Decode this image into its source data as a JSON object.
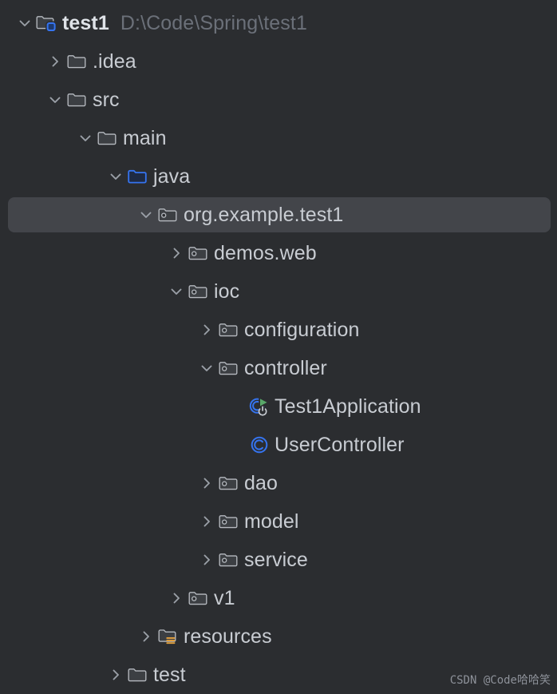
{
  "app": {
    "theme": "intellij-dark",
    "panel": "project-tree",
    "background_color": "#2b2d30",
    "selection_color": "#43454a",
    "label_color": "#c8ccd2",
    "path_color": "#6b7079",
    "accent_blue": "#3574f0",
    "resource_orange": "#e8a33d",
    "run_green": "#59a869"
  },
  "watermark": "CSDN @Code哈哈笑",
  "tree": {
    "rows": [
      {
        "label": "test1",
        "path": "D:\\Code\\Spring\\test1",
        "depth": 0,
        "icon": "project-folder-icon",
        "chevron": "chevron-down-icon",
        "selected": false,
        "bold": true
      },
      {
        "label": ".idea",
        "path": "",
        "depth": 1,
        "icon": "folder-icon",
        "chevron": "chevron-right-icon",
        "selected": false,
        "bold": false
      },
      {
        "label": "src",
        "path": "",
        "depth": 1,
        "icon": "folder-icon",
        "chevron": "chevron-down-icon",
        "selected": false,
        "bold": false
      },
      {
        "label": "main",
        "path": "",
        "depth": 2,
        "icon": "folder-icon",
        "chevron": "chevron-down-icon",
        "selected": false,
        "bold": false
      },
      {
        "label": "java",
        "path": "",
        "depth": 3,
        "icon": "source-root-folder-icon",
        "chevron": "chevron-down-icon",
        "selected": false,
        "bold": false
      },
      {
        "label": "org.example.test1",
        "path": "",
        "depth": 4,
        "icon": "package-icon",
        "chevron": "chevron-down-icon",
        "selected": true,
        "bold": false
      },
      {
        "label": "demos.web",
        "path": "",
        "depth": 5,
        "icon": "package-icon",
        "chevron": "chevron-right-icon",
        "selected": false,
        "bold": false
      },
      {
        "label": "ioc",
        "path": "",
        "depth": 5,
        "icon": "package-icon",
        "chevron": "chevron-down-icon",
        "selected": false,
        "bold": false
      },
      {
        "label": "configuration",
        "path": "",
        "depth": 6,
        "icon": "package-icon",
        "chevron": "chevron-right-icon",
        "selected": false,
        "bold": false
      },
      {
        "label": "controller",
        "path": "",
        "depth": 6,
        "icon": "package-icon",
        "chevron": "chevron-down-icon",
        "selected": false,
        "bold": false
      },
      {
        "label": "Test1Application",
        "path": "",
        "depth": 7,
        "icon": "spring-boot-class-runnable-icon",
        "chevron": "none",
        "selected": false,
        "bold": false
      },
      {
        "label": "UserController",
        "path": "",
        "depth": 7,
        "icon": "java-class-icon",
        "chevron": "none",
        "selected": false,
        "bold": false
      },
      {
        "label": "dao",
        "path": "",
        "depth": 6,
        "icon": "package-icon",
        "chevron": "chevron-right-icon",
        "selected": false,
        "bold": false
      },
      {
        "label": "model",
        "path": "",
        "depth": 6,
        "icon": "package-icon",
        "chevron": "chevron-right-icon",
        "selected": false,
        "bold": false
      },
      {
        "label": "service",
        "path": "",
        "depth": 6,
        "icon": "package-icon",
        "chevron": "chevron-right-icon",
        "selected": false,
        "bold": false
      },
      {
        "label": "v1",
        "path": "",
        "depth": 5,
        "icon": "package-icon",
        "chevron": "chevron-right-icon",
        "selected": false,
        "bold": false
      },
      {
        "label": "resources",
        "path": "",
        "depth": 4,
        "icon": "resources-root-folder-icon",
        "chevron": "chevron-right-icon",
        "selected": false,
        "bold": false
      },
      {
        "label": "test",
        "path": "",
        "depth": 3,
        "icon": "folder-icon",
        "chevron": "chevron-right-icon",
        "selected": false,
        "bold": false
      }
    ]
  }
}
